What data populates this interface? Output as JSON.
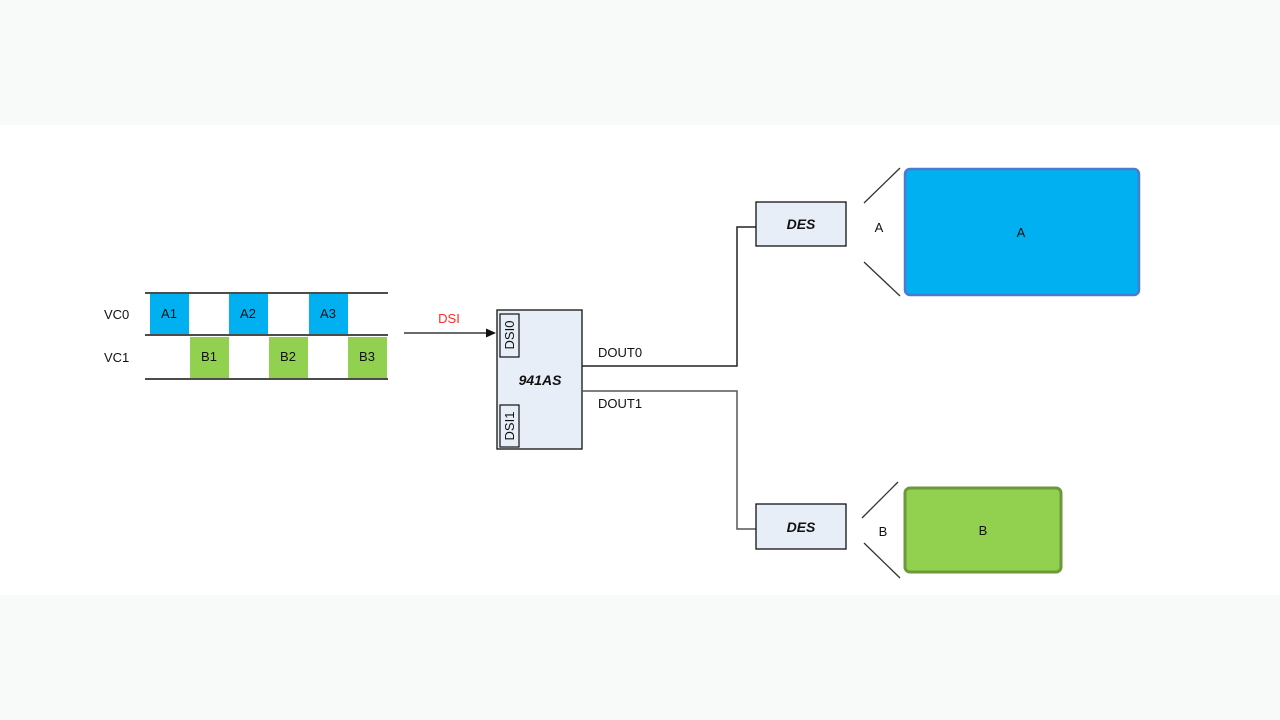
{
  "colors": {
    "blue": "#00b0f0",
    "green": "#92d050",
    "chip_fill": "#e8eef7",
    "dsi_label": "#ff2a2a",
    "page_band": "#f8faf9"
  },
  "timeline": {
    "rows": [
      {
        "label": "VC0",
        "frames": [
          "A1",
          "A2",
          "A3"
        ]
      },
      {
        "label": "VC1",
        "frames": [
          "B1",
          "B2",
          "B3"
        ]
      }
    ]
  },
  "link": {
    "label": "DSI"
  },
  "serializer": {
    "name": "941AS",
    "ports_in": [
      "DSI0",
      "DSI1"
    ],
    "ports_out": [
      "DOUT0",
      "DOUT1"
    ]
  },
  "deserializers": [
    {
      "label": "DES",
      "channel": "A"
    },
    {
      "label": "DES",
      "channel": "B"
    }
  ],
  "displays": [
    {
      "label": "A"
    },
    {
      "label": "B"
    }
  ]
}
